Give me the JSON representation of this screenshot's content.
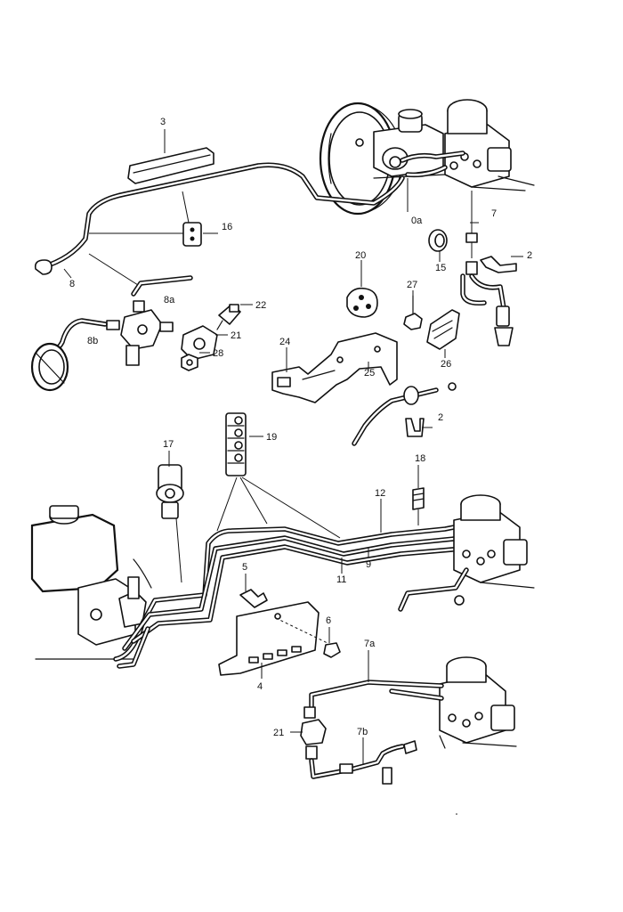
{
  "labels": {
    "l3": "3",
    "l16": "16",
    "l8": "8",
    "l8a": "8a",
    "l8b": "8b",
    "l22": "22",
    "l21_top": "21",
    "l28": "28",
    "l10a": "0a",
    "l7": "7",
    "l2_top": "2",
    "l15": "15",
    "l20": "20",
    "l27": "27",
    "l24": "24",
    "l25": "25",
    "l26": "26",
    "l2_mid": "2",
    "l17": "17",
    "l19": "19",
    "l18": "18",
    "l12": "12",
    "l9": "9",
    "l11": "11",
    "l5": "5",
    "l6": "6",
    "l4": "4",
    "l7a": "7a",
    "l7b": "7b",
    "l21_bottom": "21"
  }
}
